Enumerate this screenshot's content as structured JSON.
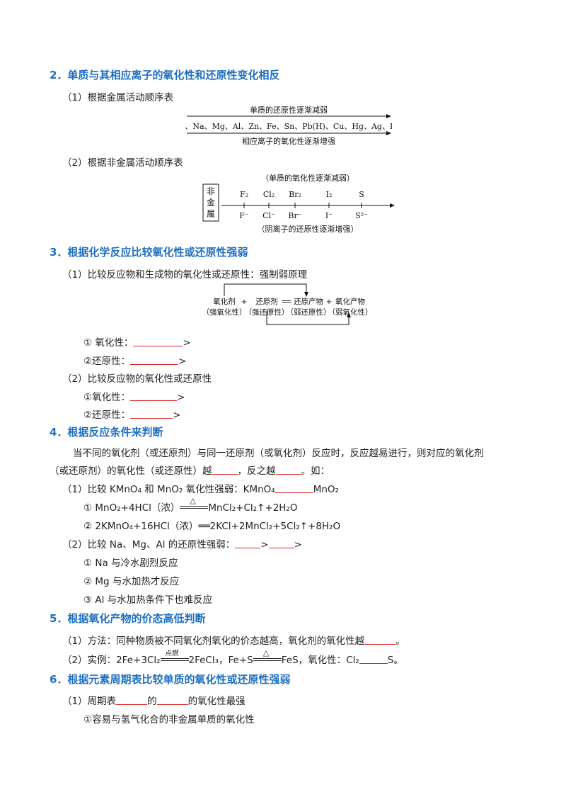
{
  "s2": {
    "heading": "2．单质与其相应离子的氧化性和还原性变化相反",
    "p1": "（1）根据金属活动顺序表",
    "metal_top": "单质的还原性逐渐减弱",
    "metal_series": "K、Ca、Na、Mg、Al、Zn、Fe、Sn、Pb(H)、Cu、Hg、Ag、Pt、Au",
    "metal_bottom": "相应离子的氧化性逐渐增强",
    "p2": "（2）根据非金属活动顺序表",
    "nm_box": [
      "非",
      "金",
      "属"
    ],
    "nm_top": "（单质的氧化性逐渐减弱）",
    "nm_elements": [
      "F₂",
      "Cl₂",
      "Br₂",
      "I₂",
      "S"
    ],
    "nm_ions": [
      "F⁻",
      "Cl⁻",
      "Br⁻",
      "I⁻",
      "S²⁻"
    ],
    "nm_bottom": "（阴离子的还原性逐渐增强）"
  },
  "s3": {
    "heading": "3．根据化学反应比较氧化性或还原性强弱",
    "p1": "（1）比较反应物和生成物的氧化性或还原性：强制弱原理",
    "diag_row1": [
      "氧化剂",
      "+",
      "还原剂",
      "══",
      "还原产物",
      "+",
      "氧化产物"
    ],
    "diag_row2": [
      "（强氧化性）",
      "（强还原性）",
      "（弱还原性）",
      "（弱氧化性）"
    ],
    "i1": "① 氧化性：",
    "i2": "②还原性：",
    "gt": ">",
    "p2": "（2）比较反应物的氧化性或还原性",
    "i3": "①氧化性：",
    "i4": "②还原性："
  },
  "s4": {
    "heading": "4．根据反应条件来判断",
    "para1": "当不同的氧化剂（或还原剂）与同一还原剂（或氧化剂）反应时，反应越易进行，则对应的氧化剂",
    "para2a": "（或还原剂）的氧化性（或还原性）越",
    "para2b": "，反之越",
    "para2c": "。如：",
    "p1a": "（1）比较 KMnO₄ 和 MnO₂ 氧化性强弱：KMnO₄",
    "p1b": "MnO₂",
    "eq1a": "① MnO₂+4HCl（浓）",
    "eq1_cond": "△",
    "eq1b": "MnCl₂+Cl₂↑+2H₂O",
    "eq2a": "② 2KMnO₄+16HCl（浓）",
    "eq2b": "══2KCl+2MnCl₂+5Cl₂↑+8H₂O",
    "p2": "（2）比较 Na、Mg、Al 的还原性强弱：",
    "gt": ">",
    "r1": "① Na 与冷水剧烈反应",
    "r2": "② Mg 与水加热才反应",
    "r3": "③ Al 与水加热条件下也难反应"
  },
  "s5": {
    "heading": "5．根据氧化产物的价态高低判断",
    "p1a": "（1）方法：同种物质被不同氧化剂氧化的价态越高，氧化剂的氧化性越",
    "p1b": "。",
    "p2a": "（2）实例：2Fe+3Cl₂",
    "p2_cond": "点燃",
    "p2b": "2FeCl₃，Fe+S",
    "p2_cond2": "△",
    "p2c": "FeS，氧化性：Cl₂",
    "p2d": "S。"
  },
  "s6": {
    "heading": "6．根据元素周期表比较单质的氧化性或还原性强弱",
    "p1a": "（1）周期表",
    "p1b": "的",
    "p1c": "的氧化性最强",
    "i1": "①容易与氢气化合的非金属单质的氧化性"
  },
  "colors": {
    "heading": "#1f6fbf",
    "blank_line": "#d62728"
  }
}
